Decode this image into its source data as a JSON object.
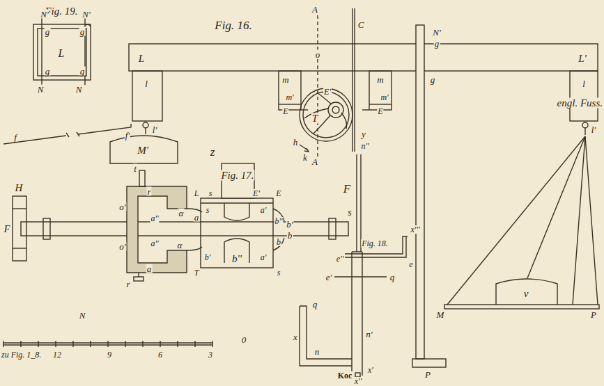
{
  "diagram": {
    "labels": [
      "Fig. 19.",
      "N'",
      "N'",
      "g",
      "g",
      "L",
      "g",
      "g",
      "N",
      "N",
      "Fig. 16.",
      "A",
      "C",
      "N'",
      "g",
      "L",
      "o",
      "L'",
      "l",
      "l'",
      "l",
      "l'",
      "m",
      "m",
      "m'",
      "m'",
      "E",
      "E",
      "E'",
      "T",
      "h",
      "k",
      "A",
      "y",
      "n''",
      "g",
      "f",
      "f'",
      "M'",
      "t",
      "H",
      "F",
      "r",
      "o'",
      "α",
      "a''",
      "a",
      "o'",
      "a''",
      "α",
      "a",
      "r",
      "z",
      "Fig. 17.",
      "L",
      "s",
      "E'",
      "E",
      "s",
      "a'",
      "b''",
      "b'",
      "b",
      "b",
      "b'",
      "a'",
      "b''",
      "T",
      "s",
      "s",
      "F",
      "Fig. 18.",
      "x'''",
      "e''",
      "e",
      "e'",
      "q",
      "q",
      "x",
      "n'",
      "n",
      "x'",
      "x''",
      "v",
      "M",
      "P",
      "P",
      "N",
      "zu Fig. 1_8.",
      "12",
      "9",
      "6",
      "3",
      "0",
      "engl. Fuss.",
      "Koc"
    ]
  }
}
